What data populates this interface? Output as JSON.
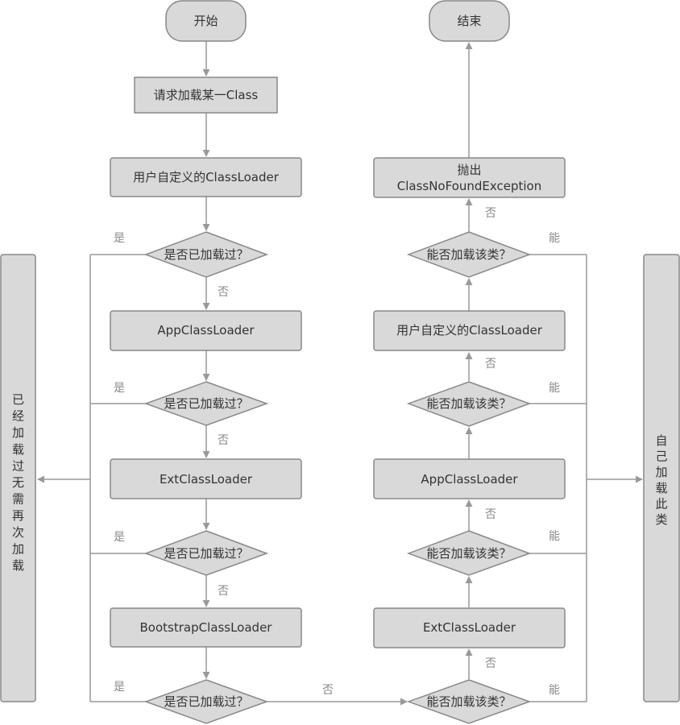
{
  "colors": {
    "fill": "#d9d9d9",
    "stroke": "#888888",
    "line": "#999999",
    "text": "#333333",
    "edge_text": "#888888"
  },
  "nodes": {
    "start": "开始",
    "end": "结束",
    "request": "请求加载某一Class",
    "left_custom": "用户自定义的ClassLoader",
    "left_check1": "是否已加载过？",
    "left_app": "AppClassLoader",
    "left_check2": "是否已加载过？",
    "left_ext": "ExtClassLoader",
    "left_check3": "是否已加载过？",
    "left_bootstrap": "BootstrapClassLoader",
    "left_check4": "是否已加载过？",
    "throw_line1": "抛出",
    "throw_line2": "ClassNoFoundException",
    "right_can1": "能否加载该类？",
    "right_custom": "用户自定义的ClassLoader",
    "right_can2": "能否加载该类？",
    "right_app": "AppClassLoader",
    "right_can3": "能否加载该类？",
    "right_ext": "ExtClassLoader",
    "right_can4": "能否加载该类？"
  },
  "side_panels": {
    "left_chars": [
      "已",
      "经",
      "加",
      "载",
      "过",
      "无",
      "需",
      "再",
      "次",
      "加",
      "载"
    ],
    "right_chars": [
      "自",
      "己",
      "加",
      "载",
      "此",
      "类"
    ]
  },
  "edge_labels": {
    "yes": "是",
    "no": "否",
    "can": "能"
  }
}
